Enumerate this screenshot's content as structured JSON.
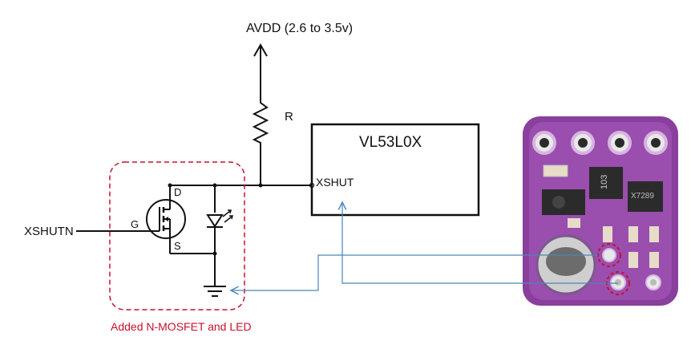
{
  "labels": {
    "supply": "AVDD (2.6 to 3.5v)",
    "resistor": "R",
    "chip": "VL53L0X",
    "xshut_pin": "XSHUT",
    "input_signal": "XSHUTN",
    "gate": "G",
    "drain": "D",
    "source": "S",
    "annotation": "Added N-MOSFET and LED",
    "pcb_marking_1": "103",
    "pcb_marking_2": "X7289"
  },
  "colors": {
    "wire": "#111111",
    "annotation": "#c8102e",
    "callout_arrow": "#4a86b8",
    "pcb": "#8a3f9c"
  }
}
